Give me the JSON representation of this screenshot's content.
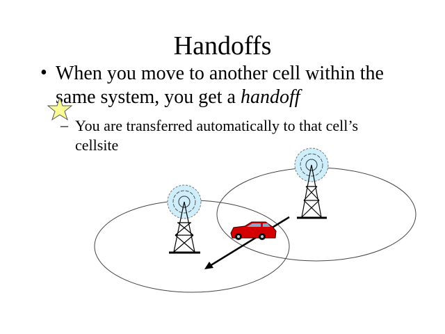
{
  "slide": {
    "title": "Handoffs",
    "bullet": {
      "marker": "•",
      "line1": "When you move to another cell within the",
      "line2_prefix": "same system, you get a ",
      "line2_emphasis": "handoff"
    },
    "sub_bullet": {
      "marker": "–",
      "line1": "You are transferred automatically to that cell’s",
      "line2": "cellsite"
    }
  },
  "colors": {
    "signal": "#cdeefa",
    "car": "#d40000",
    "star": "#fafa96"
  }
}
